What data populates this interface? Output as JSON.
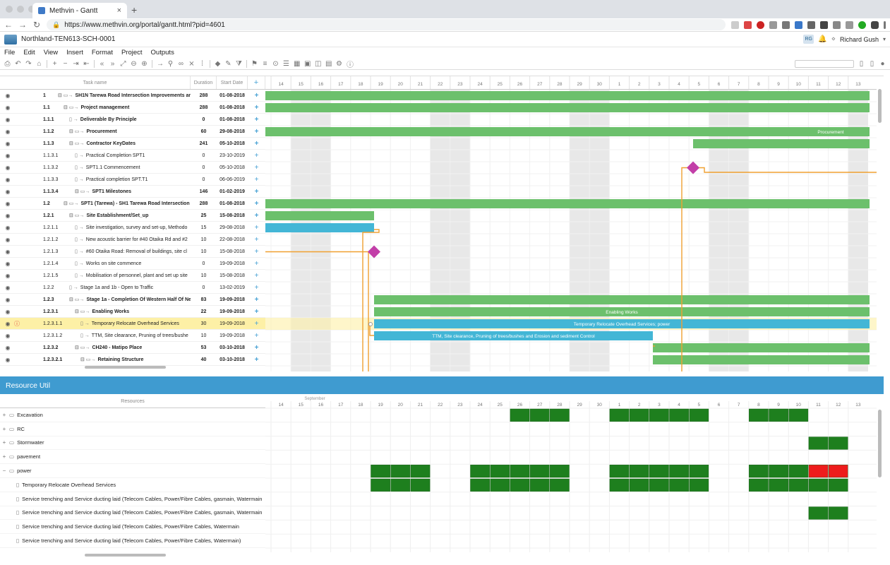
{
  "browser": {
    "tab_title": "Methvin - Gantt",
    "new_tab": "+",
    "close": "×",
    "url": "https://www.methvin.org/portal/gantt.html?pid=4601"
  },
  "app": {
    "project_name": "Northland-TEN613-SCH-0001",
    "user_initials": "RG",
    "user_name": "Richard Gush"
  },
  "menu": [
    "File",
    "Edit",
    "View",
    "Insert",
    "Format",
    "Project",
    "Outputs"
  ],
  "grid": {
    "col_task": "Task name",
    "col_duration": "Duration",
    "col_start": "Start Date"
  },
  "timeline": {
    "days": [
      "14",
      "15",
      "16",
      "17",
      "18",
      "19",
      "20",
      "21",
      "22",
      "23",
      "24",
      "25",
      "26",
      "27",
      "28",
      "29",
      "30",
      "1",
      "2",
      "3",
      "4",
      "5",
      "6",
      "7",
      "8",
      "9",
      "10",
      "11",
      "12",
      "13"
    ],
    "weekend_idx": [
      1,
      2,
      8,
      9,
      15,
      16,
      22,
      23,
      29
    ]
  },
  "tasks": [
    {
      "wbs": "1",
      "name": "SH1N Tarewa Road Intersection Improvements and",
      "dur": "288",
      "start": "01-08-2018",
      "bold": true,
      "lvl": 0
    },
    {
      "wbs": "1.1",
      "name": "Project management",
      "dur": "288",
      "start": "01-08-2018",
      "bold": true,
      "lvl": 1
    },
    {
      "wbs": "1.1.1",
      "name": "Deliverable By Principle",
      "dur": "0",
      "start": "01-08-2018",
      "bold": true,
      "lvl": 2
    },
    {
      "wbs": "1.1.2",
      "name": "Procurement",
      "dur": "60",
      "start": "29-08-2018",
      "bold": true,
      "lvl": 2
    },
    {
      "wbs": "1.1.3",
      "name": "Contractor KeyDates",
      "dur": "241",
      "start": "05-10-2018",
      "bold": true,
      "lvl": 2
    },
    {
      "wbs": "1.1.3.1",
      "name": "Practical Completion SPT1",
      "dur": "0",
      "start": "23-10-2019",
      "bold": false,
      "lvl": 3
    },
    {
      "wbs": "1.1.3.2",
      "name": "SPT1.1 Commencement",
      "dur": "0",
      "start": "05-10-2018",
      "bold": false,
      "lvl": 3
    },
    {
      "wbs": "1.1.3.3",
      "name": "Practical completion SPT.T1",
      "dur": "0",
      "start": "06-06-2019",
      "bold": false,
      "lvl": 3
    },
    {
      "wbs": "1.1.3.4",
      "name": "SPT1 Milestones",
      "dur": "146",
      "start": "01-02-2019",
      "bold": true,
      "lvl": 3
    },
    {
      "wbs": "1.2",
      "name": "SPT1 (Tarewa) - SH1 Tarewa Road Intersection I",
      "dur": "288",
      "start": "01-08-2018",
      "bold": true,
      "lvl": 1
    },
    {
      "wbs": "1.2.1",
      "name": "Site Establishment/Set_up",
      "dur": "25",
      "start": "15-08-2018",
      "bold": true,
      "lvl": 2
    },
    {
      "wbs": "1.2.1.1",
      "name": "Site investigation, survey and set-up, Methodo",
      "dur": "15",
      "start": "29-08-2018",
      "bold": false,
      "lvl": 3
    },
    {
      "wbs": "1.2.1.2",
      "name": "New acoustic barrier for #40 Otaika Rd and #2",
      "dur": "10",
      "start": "22-08-2018",
      "bold": false,
      "lvl": 3
    },
    {
      "wbs": "1.2.1.3",
      "name": "#60 Otaika Road: Removal of buildings, site cl",
      "dur": "10",
      "start": "15-08-2018",
      "bold": false,
      "lvl": 3
    },
    {
      "wbs": "1.2.1.4",
      "name": "Works on site commence",
      "dur": "0",
      "start": "19-09-2018",
      "bold": false,
      "lvl": 3
    },
    {
      "wbs": "1.2.1.5",
      "name": "Mobilisation of personnel, plant and set up site",
      "dur": "10",
      "start": "15-08-2018",
      "bold": false,
      "lvl": 3
    },
    {
      "wbs": "1.2.2",
      "name": "Stage 1a and 1b - Open to Traffic",
      "dur": "0",
      "start": "13-02-2019",
      "bold": false,
      "lvl": 2
    },
    {
      "wbs": "1.2.3",
      "name": "Stage 1a - Completion Of Western Half Of New",
      "dur": "83",
      "start": "19-09-2018",
      "bold": true,
      "lvl": 2
    },
    {
      "wbs": "1.2.3.1",
      "name": "Enabling Works",
      "dur": "22",
      "start": "19-09-2018",
      "bold": true,
      "lvl": 3
    },
    {
      "wbs": "1.2.3.1.1",
      "name": "Temporary Relocate Overhead Services",
      "dur": "30",
      "start": "19-09-2018",
      "bold": false,
      "lvl": 4,
      "hl": true
    },
    {
      "wbs": "1.2.3.1.2",
      "name": "TTM, Site clearance, Pruning of trees/bushe",
      "dur": "10",
      "start": "19-09-2018",
      "bold": false,
      "lvl": 4
    },
    {
      "wbs": "1.2.3.2",
      "name": "CH240 - Matipo Place",
      "dur": "53",
      "start": "03-10-2018",
      "bold": true,
      "lvl": 3
    },
    {
      "wbs": "1.2.3.2.1",
      "name": "Retaining Structure",
      "dur": "40",
      "start": "03-10-2018",
      "bold": true,
      "lvl": 4
    }
  ],
  "bar_labels": {
    "procurement": "Procurement",
    "enabling": "Enabling Works",
    "relocate": "Temporary Relocate Overhead Services; power",
    "ttm": "TTM, Site clearance, Pruning of trees/bushes and Erosion and sediment Control"
  },
  "resource": {
    "title": "Resource Util",
    "col_resources": "Resources",
    "month": "September",
    "rows": [
      {
        "label": "Excavation",
        "type": "group",
        "exp": "+"
      },
      {
        "label": "RC",
        "type": "group",
        "exp": "+"
      },
      {
        "label": "Stormwater",
        "type": "group",
        "exp": "+"
      },
      {
        "label": "pavement",
        "type": "group",
        "exp": "+"
      },
      {
        "label": "power",
        "type": "group",
        "exp": "−"
      },
      {
        "label": "Temporary Relocate Overhead Services",
        "type": "item"
      },
      {
        "label": "Service trenching and Service ducting laid (Telecom Cables, Power/Fibre Cables, gasmain, Watermain",
        "type": "item"
      },
      {
        "label": "Service trenching and Service ducting laid (Telecom Cables, Power/Fibre Cables, gasmain, Watermain",
        "type": "item"
      },
      {
        "label": "Service trenching and Service ducting laid (Telecom Cables, Power/Fibre Cables, Watermain",
        "type": "item"
      },
      {
        "label": "Service trenching and Service ducting laid (Telecom Cables, Power/Fibre Cables, Watermain)",
        "type": "item"
      }
    ]
  },
  "colors": {
    "green_bar": "#6cc06c",
    "blue_bar": "#43b6d6",
    "milestone": "#c23ea8",
    "link": "#f0a030",
    "weekend": "#e8e8e8",
    "res_green": "#1e7f1e",
    "res_red": "#ee1c1c"
  }
}
